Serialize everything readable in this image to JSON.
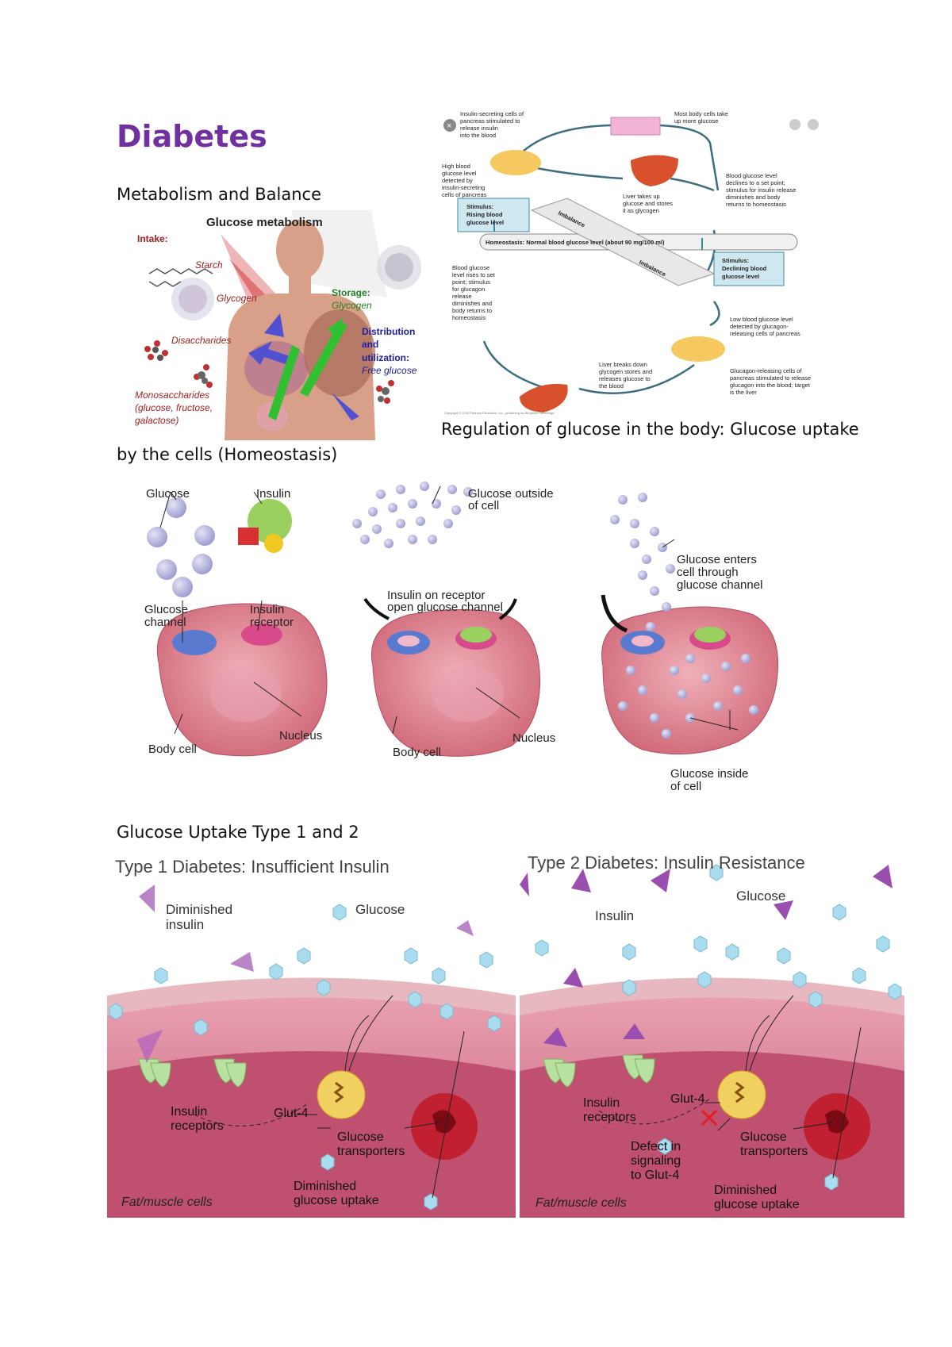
{
  "page": {
    "title": "Diabetes",
    "subtitle": "Metabolism and Balance",
    "regulation_caption": "Regulation of glucose in the body: Glucose uptake",
    "uptake_caption": "by the cells (Homeostasis)",
    "types_caption": "Glucose Uptake Type 1 and 2"
  },
  "metabolism": {
    "title": "Glucose metabolism",
    "intake": "Intake:",
    "starch": "Starch",
    "glycogen": "Glycogen",
    "disaccharides": "Disaccharides",
    "monosaccharides": "Monosaccharides",
    "mono_detail_1": "(glucose, fructose,",
    "mono_detail_2": "galactose)",
    "storage": "Storage:",
    "storage_item": "Glycogen",
    "distribution_1": "Distribution",
    "distribution_2": "and",
    "distribution_3": "utilization:",
    "free_glucose": "Free glucose"
  },
  "regulation": {
    "insulin_cells": [
      "Insulin-secreting cells of",
      "pancreas stimulated to",
      "release insulin",
      "into the blood"
    ],
    "body_cells": [
      "Most body cells take",
      "up more glucose"
    ],
    "high_blood": [
      "High blood",
      "glucose level",
      "detected by",
      "insulin-secreting",
      "cells of pancreas"
    ],
    "liver_takes": [
      "Liver takes up",
      "glucose and stores",
      "it as glycogen"
    ],
    "declines": [
      "Blood glucose level",
      "declines to a set point;",
      "stimulus for insulin release",
      "diminishes and body",
      "returns to homeostasis"
    ],
    "stimulus_rising": [
      "Stimulus:",
      "Rising blood",
      "glucose level"
    ],
    "imbalance": "Imbalance",
    "homeostasis_bar": "Homeostasis: Normal blood glucose level (about 90 mg/100 ml)",
    "stimulus_declining": [
      "Stimulus:",
      "Declining blood",
      "glucose level"
    ],
    "rises": [
      "Blood glucose",
      "level rises to set",
      "point; stimulus",
      "for glucagon",
      "release",
      "diminishes and",
      "body returns to",
      "homeostasis"
    ],
    "low_blood": [
      "Low blood glucose level",
      "detected by glucagon-",
      "releasing cells of pancreas"
    ],
    "liver_breaks": [
      "Liver breaks down",
      "glycogen stores and",
      "releases glucose to",
      "the blood"
    ],
    "glucagon_cells": [
      "Glucagon-releasing cells of",
      "pancreas stimulated to release",
      "glucagon into the blood; target",
      "is the liver"
    ],
    "copyright": "Copyright © 2004 Pearson Education, Inc., publishing as Benjamin Cummings."
  },
  "cells": {
    "glucose": "Glucose",
    "insulin": "Insulin",
    "glucose_channel": [
      "Glucose",
      "channel"
    ],
    "insulin_receptor": [
      "Insulin",
      "receptor"
    ],
    "nucleus": "Nucleus",
    "body_cell": "Body cell",
    "glucose_outside": [
      "Glucose outside",
      "of cell"
    ],
    "insulin_on_receptor": [
      "Insulin on receptor",
      "open glucose channel"
    ],
    "glucose_enters": [
      "Glucose enters",
      "cell through",
      "glucose channel"
    ],
    "glucose_inside": [
      "Glucose inside",
      "of cell"
    ]
  },
  "type1": {
    "title": "Type 1 Diabetes: Insufficient Insulin",
    "diminished_insulin": [
      "Diminished",
      "insulin"
    ],
    "glucose": "Glucose",
    "glut4": "Glut-4",
    "insulin_receptors": [
      "Insulin",
      "receptors"
    ],
    "glucose_transporters": [
      "Glucose",
      "transporters"
    ],
    "diminished_uptake": [
      "Diminished",
      "glucose uptake"
    ],
    "cells": "Fat/muscle cells"
  },
  "type2": {
    "title": "Type 2 Diabetes: Insulin Resistance",
    "insulin": "Insulin",
    "glucose": "Glucose",
    "glut4": "Glut-4",
    "insulin_receptors": [
      "Insulin",
      "receptors"
    ],
    "defect": [
      "Defect in",
      "signaling",
      "to Glut-4"
    ],
    "glucose_transporters": [
      "Glucose",
      "transporters"
    ],
    "diminished_uptake": [
      "Diminished",
      "glucose uptake"
    ],
    "cells": "Fat/muscle cells"
  },
  "colors": {
    "title": "#7030a0",
    "cell_pink": "#d8788a",
    "membrane": "#c9607a",
    "glucose_hex": "#a9dcef",
    "insulin_purple": "#9a4fb0"
  }
}
